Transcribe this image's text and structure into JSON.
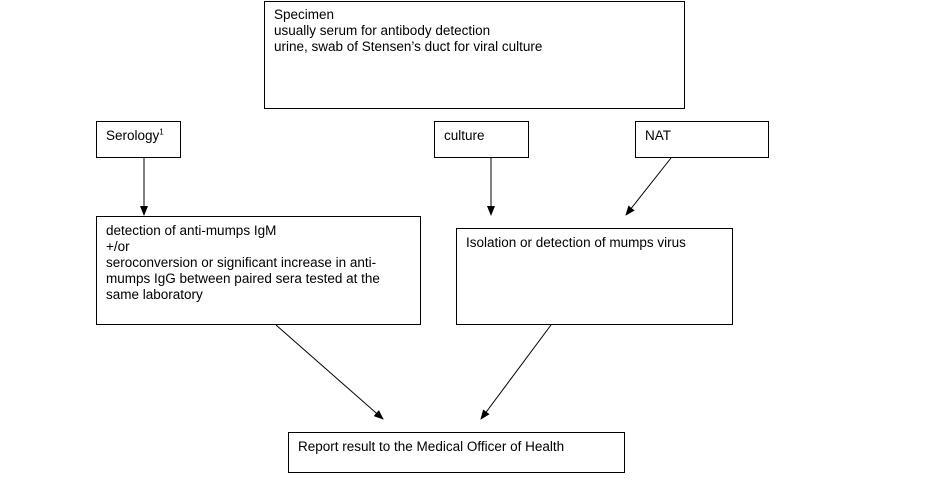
{
  "specimen": {
    "title": "Specimen",
    "line1": "usually serum for antibody detection",
    "line2": "urine, swab of Stensen’s duct for viral culture"
  },
  "serology": {
    "label": "Serology",
    "footnote": "1"
  },
  "culture": {
    "label": "culture"
  },
  "nat": {
    "label": "NAT"
  },
  "detection": {
    "line1": "detection of anti-mumps IgM",
    "line2": "+/or",
    "line3": "seroconversion or significant increase in anti-mumps IgG between paired sera tested at the same laboratory"
  },
  "isolation": {
    "label": "Isolation or detection of mumps virus"
  },
  "report": {
    "label": "Report result to the Medical Officer of Health"
  }
}
